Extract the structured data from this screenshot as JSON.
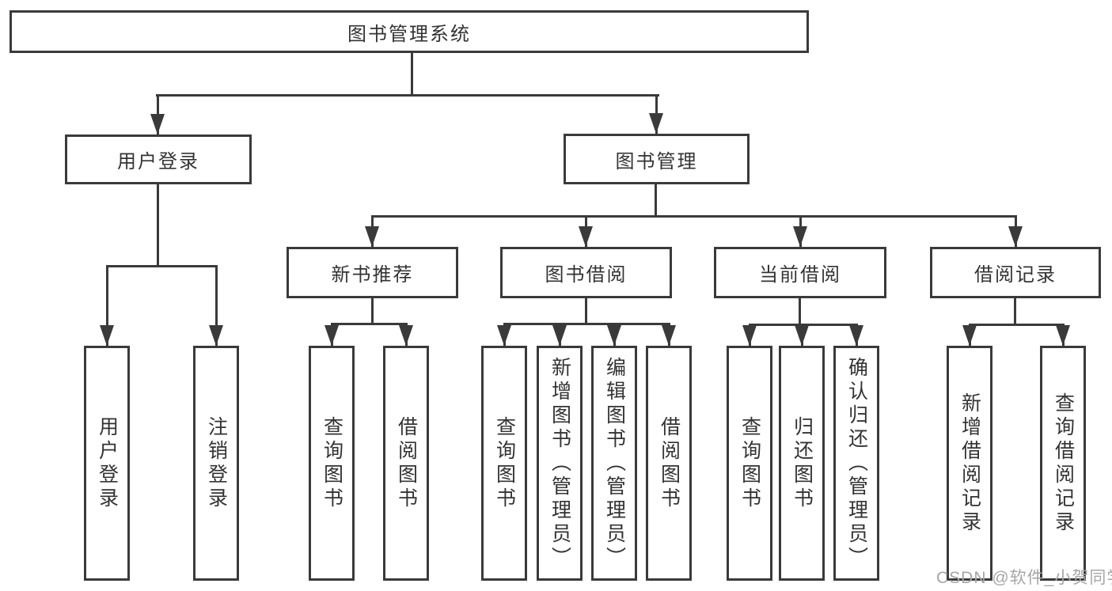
{
  "colors": {
    "line": "#3a3a3a",
    "text": "#333333",
    "background": "#ffffff",
    "watermark": "#a6a6a6"
  },
  "watermark": {
    "text": "CSDN @软件_小贺同学"
  },
  "diagram": {
    "type": "hierarchy-tree",
    "title": "图书管理系统",
    "children": [
      {
        "label": "用户登录",
        "children": [
          {
            "label": "用户登录"
          },
          {
            "label": "注销登录"
          }
        ]
      },
      {
        "label": "图书管理",
        "children": [
          {
            "label": "新书推荐",
            "children": [
              {
                "label": "查询图书"
              },
              {
                "label": "借阅图书"
              }
            ]
          },
          {
            "label": "图书借阅",
            "children": [
              {
                "label": "查询图书"
              },
              {
                "label": "新增图书（管理员）"
              },
              {
                "label": "编辑图书（管理员）"
              },
              {
                "label": "借阅图书"
              }
            ]
          },
          {
            "label": "当前借阅",
            "children": [
              {
                "label": "查询图书"
              },
              {
                "label": "归还图书"
              },
              {
                "label": "确认归还（管理员）"
              }
            ]
          },
          {
            "label": "借阅记录",
            "children": [
              {
                "label": "新增借阅记录"
              },
              {
                "label": "查询借阅记录"
              }
            ]
          }
        ]
      }
    ]
  }
}
